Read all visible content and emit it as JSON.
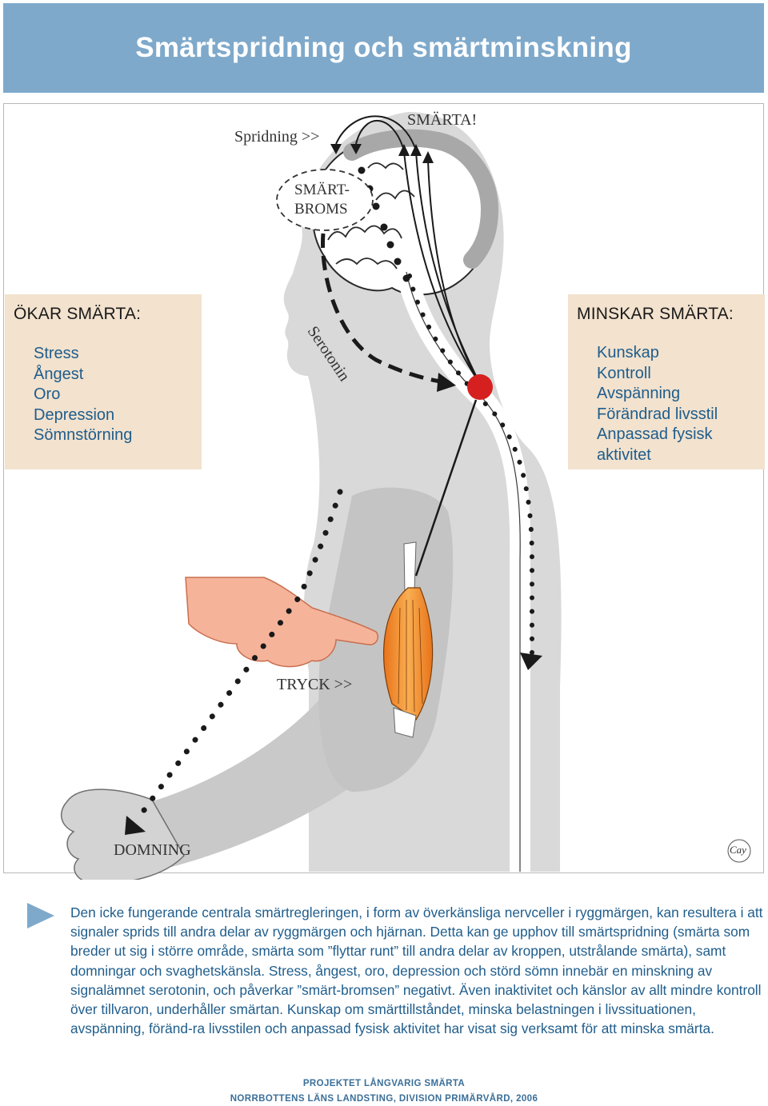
{
  "title": "Smärtspridning och smärtminskning",
  "increases": {
    "heading": "ÖKAR SMÄRTA:",
    "items": [
      "Stress",
      "Ångest",
      "Oro",
      "Depression",
      "Sömnstörning"
    ]
  },
  "decreases": {
    "heading": "MINSKAR SMÄRTA:",
    "items": [
      "Kunskap",
      "Kontroll",
      "Avspänning",
      "Förändrad livsstil",
      "Anpassad fysisk",
      "aktivitet"
    ]
  },
  "labels": {
    "spridning": "Spridning >>",
    "smarta": "SMÄRTA!",
    "smartbroms_line1": "SMÄRT-",
    "smartbroms_line2": "BROMS",
    "serotonin": "Serotonin",
    "tryck": "TRYCK >>",
    "domning": "DOMNING",
    "signature": "Cay"
  },
  "paragraph": "Den icke fungerande centrala smärtregleringen, i form av överkänsliga nervceller i ryggmärgen, kan resultera i att signaler sprids till andra delar av ryggmärgen och hjärnan. Detta kan ge upphov till smärtspridning (smärta som breder ut sig i större område, smärta som ”flyttar runt” till andra delar av kroppen, utstrålande smärta), samt domningar och svaghetskänsla. Stress, ångest, oro, depression och störd sömn innebär en minskning av signalämnet serotonin, och påverkar ”smärt-bromsen” negativt. Även inaktivitet och känslor av allt mindre kontroll över tillvaron, underhåller smärtan. Kunskap om smärttillståndet, minska belastningen i livssituationen, avspänning, föränd-ra livsstilen och anpassad fysisk aktivitet har visat sig verksamt för att minska smärta.",
  "footer": {
    "line1": "PROJEKTET LÅNGVARIG SMÄRTA",
    "line2": "NORRBOTTENS LÄNS LANDSTING, DIVISION PRIMÄRVÅRD, 2006"
  },
  "colors": {
    "header_blue": "#7ea9cb",
    "box_beige": "#f2e2ce",
    "text_blue": "#1f5d8c",
    "body_gray": "#d9d9d9",
    "brain_gray": "#a8a8a8",
    "pain_red": "#d62020",
    "muscle_orange": "#f08a1e",
    "skin": "#f5b49a"
  }
}
